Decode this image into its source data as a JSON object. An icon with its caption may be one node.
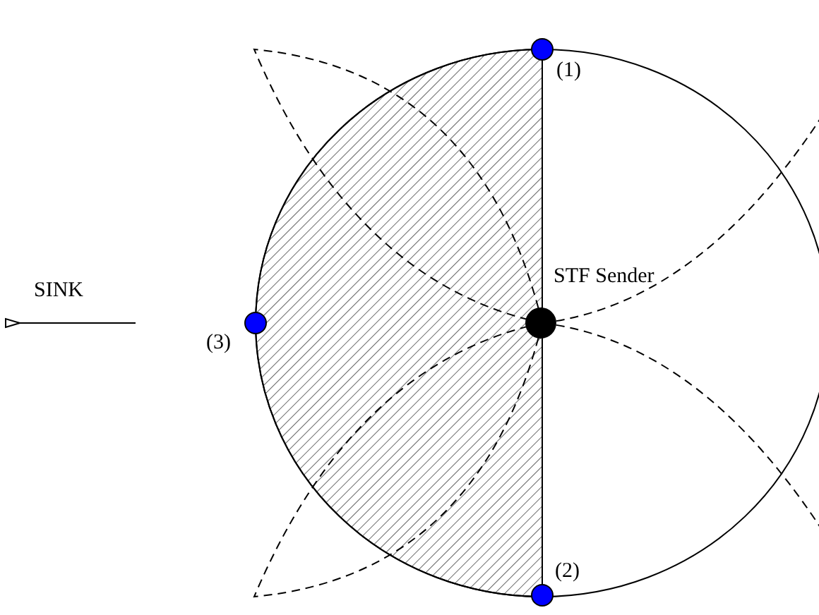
{
  "diagram": {
    "nodes": [
      {
        "text": [],
        "shape": "circle",
        "beside": [
          "(1)"
        ]
      },
      {
        "text": [],
        "shape": "circle",
        "beside": [
          "STF Sender"
        ]
      },
      {
        "text": [],
        "shape": "circle",
        "beside": [
          "(3)"
        ]
      },
      {
        "text": [],
        "shape": "circle",
        "beside": [
          "(2)"
        ]
      }
    ],
    "edges": [],
    "labels": [
      "SINK"
    ]
  }
}
